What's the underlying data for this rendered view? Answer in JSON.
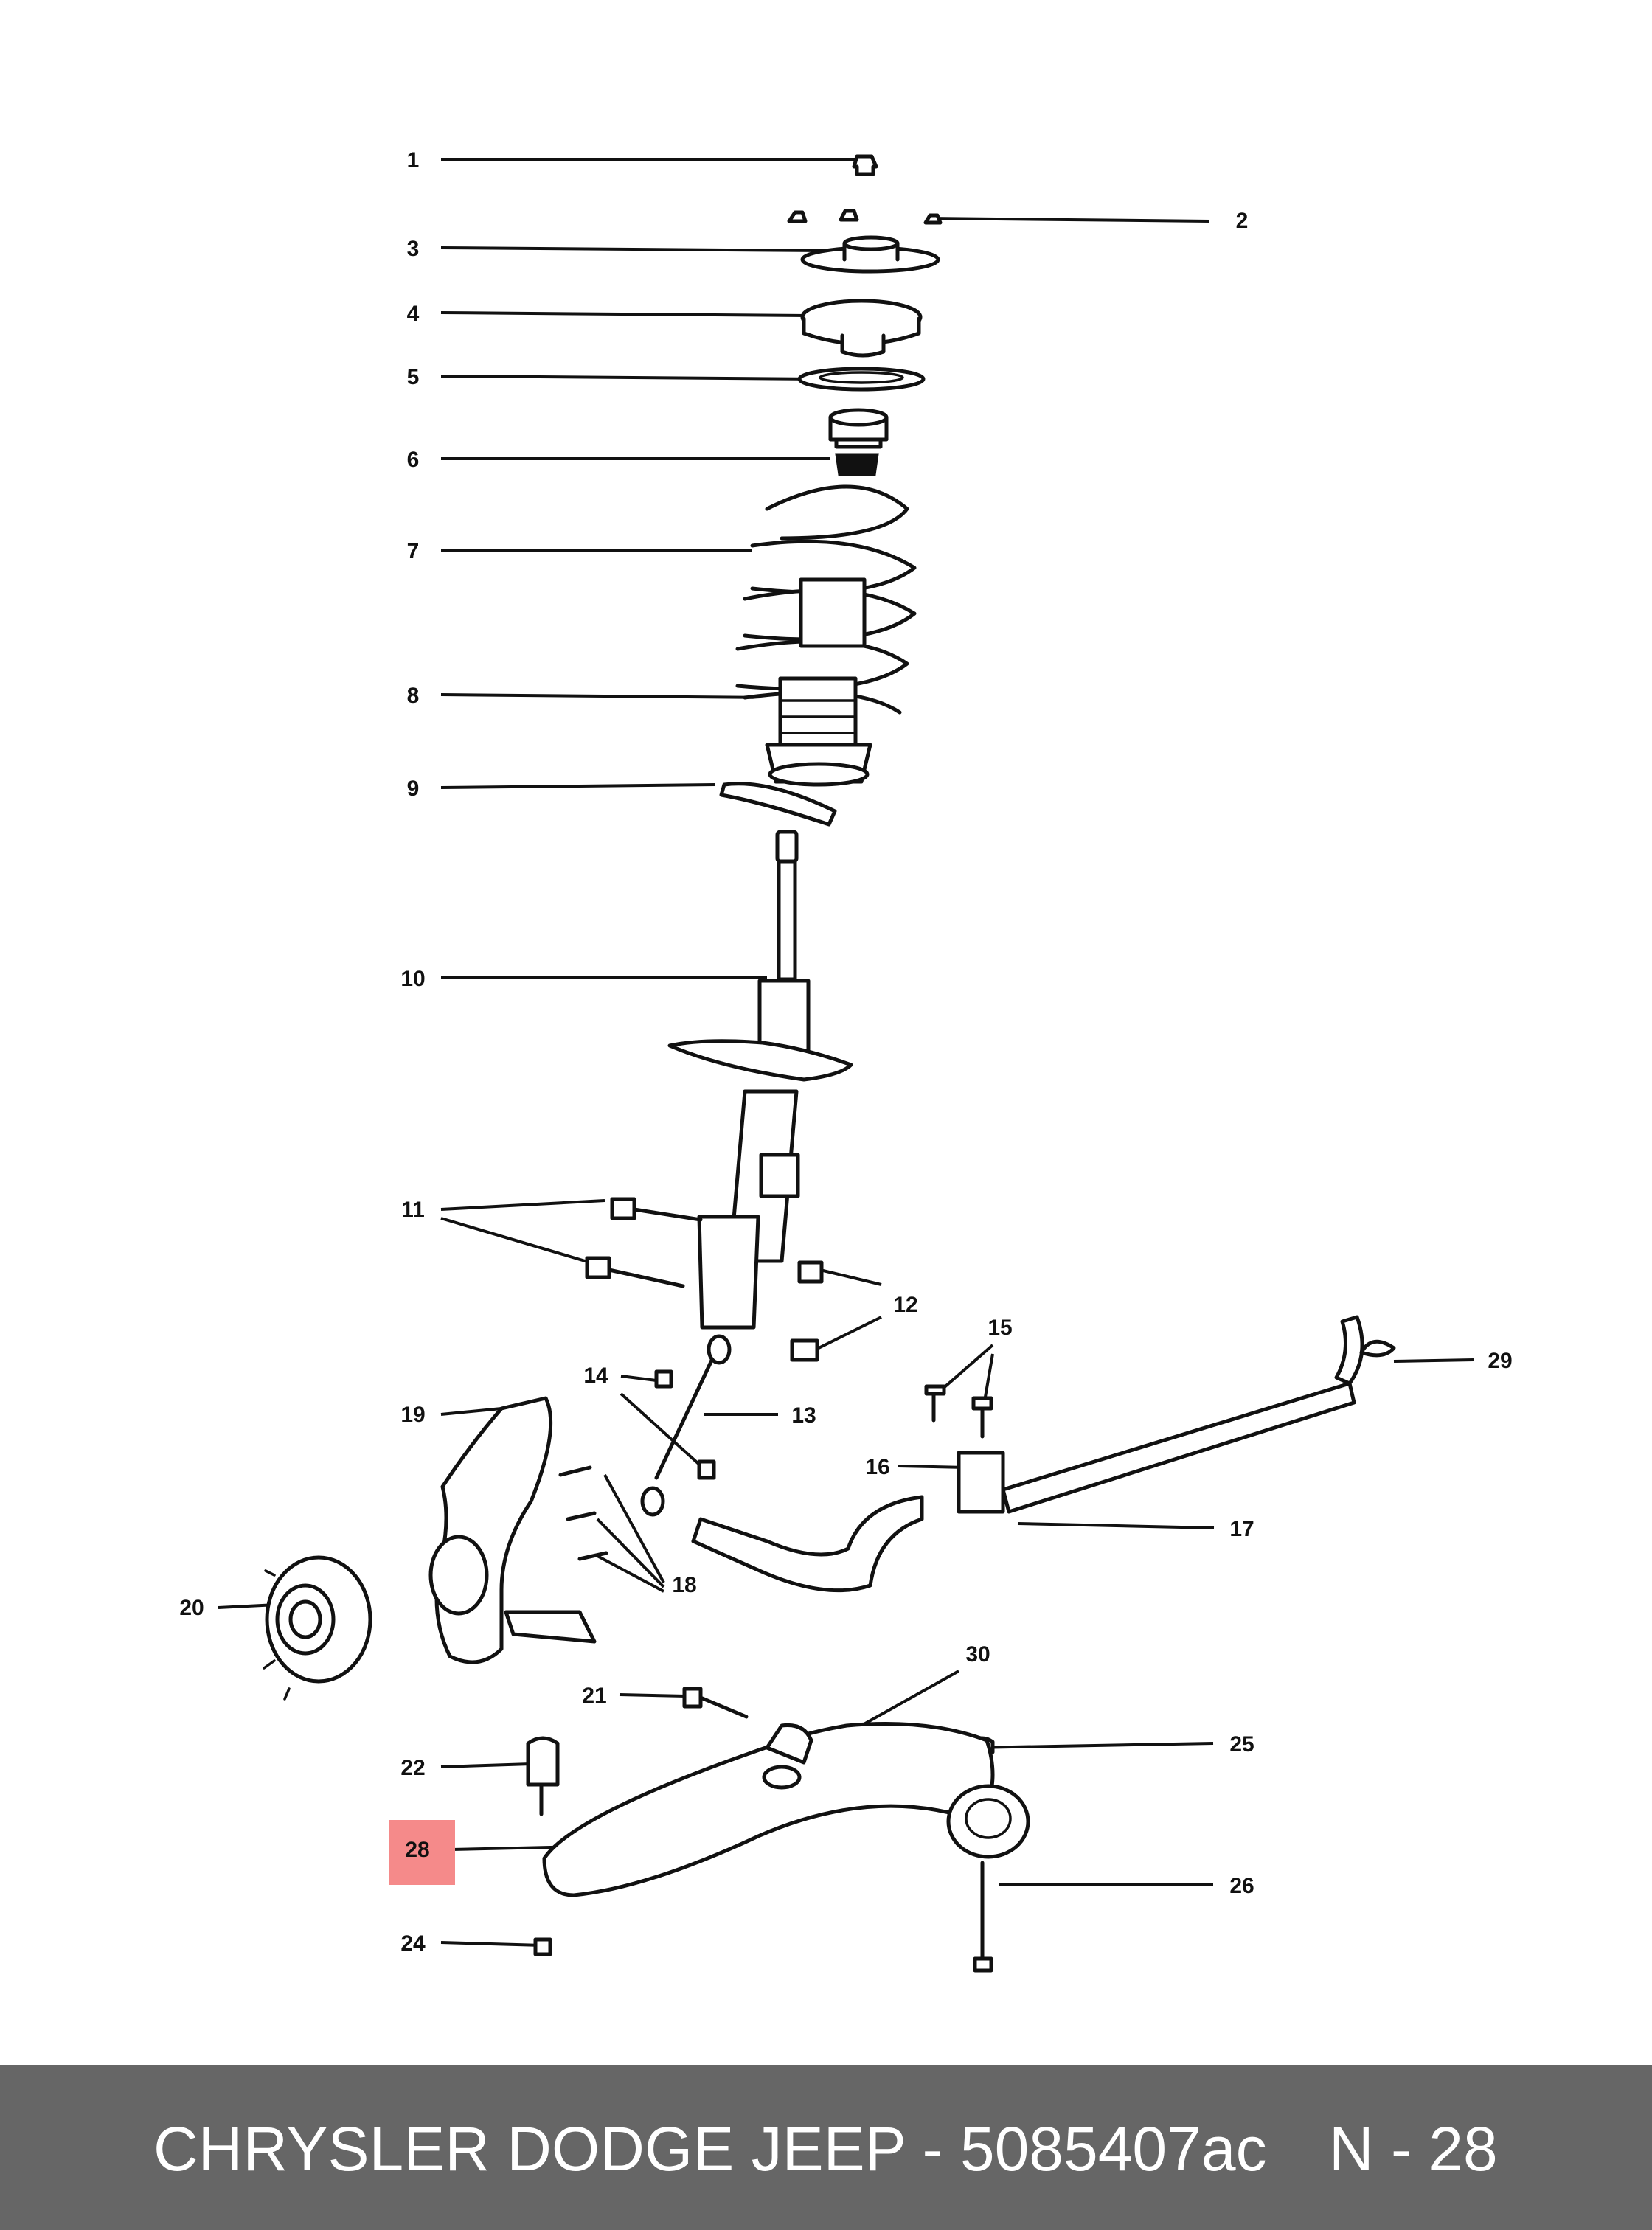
{
  "diagram": {
    "callouts": [
      "1",
      "2",
      "3",
      "4",
      "5",
      "6",
      "7",
      "8",
      "9",
      "10",
      "11",
      "12",
      "13",
      "14",
      "15",
      "16",
      "17",
      "18",
      "19",
      "20",
      "21",
      "22",
      "24",
      "25",
      "26",
      "28",
      "29",
      "30"
    ],
    "highlighted_callout": "28",
    "colors": {
      "highlight": "#f58a8a",
      "footer_bg": "#666666",
      "line": "#111111"
    }
  },
  "footer": {
    "brand_part": "CHRYSLER DODGE JEEP - 5085407ac",
    "page_ref": "N - 28"
  }
}
